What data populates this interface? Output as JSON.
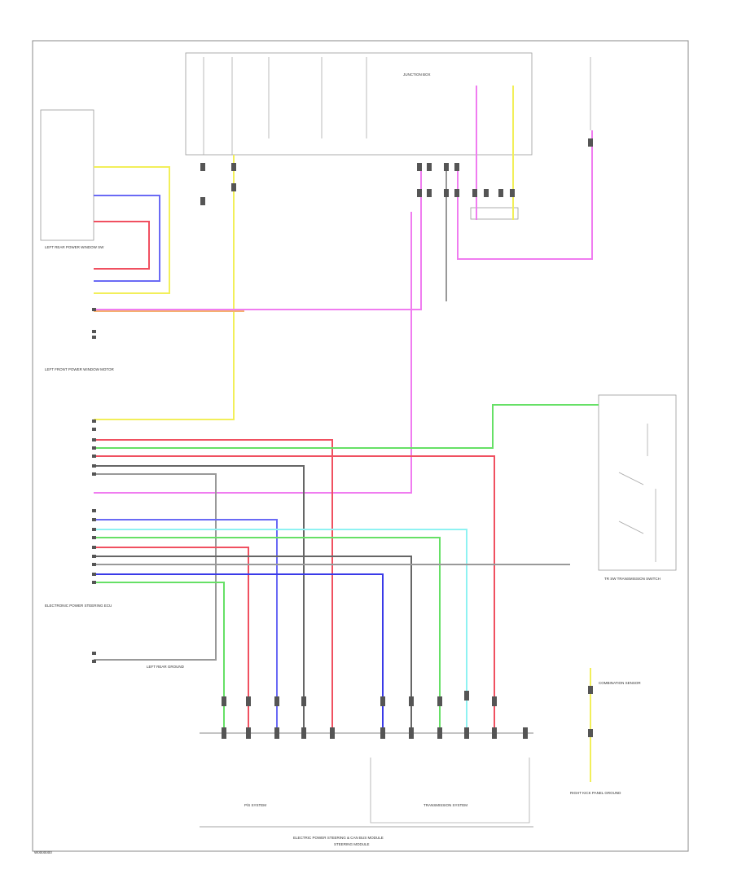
{
  "diagram": {
    "page_code": "W0000000",
    "caption_line1": "ELECTRIC POWER STEERING & CAN BUS MODULE",
    "caption_line2": "STEERING MODULE",
    "module_left_label": "P/S SYSTEM",
    "module_right_label": "TRANSMISSION SYSTEM",
    "switch_panel_label": "TR SW TRANSMISSION SWITCH",
    "left_switch_label": "LEFT REAR POWER WINDOW SW",
    "ecu_label_top": "LEFT FRONT POWER WINDOW MOTOR",
    "ecu_label_bottom": "ELECTRONIC POWER STEERING ECU",
    "ground_label_left": "LEFT REAR GROUND",
    "ground_label_right": "RIGHT KICK PANEL GROUND",
    "junction_label": "JUNCTION BOX",
    "sensor_label": "COMBINATION SENSOR",
    "wire_colors": {
      "yellow": "#f2ef5a",
      "pink": "#f07cf0",
      "red": "#f05060",
      "blue": "#6a6af5",
      "green": "#66e066",
      "cyan": "#8ef2f2",
      "dark_blue": "#3a3ae8",
      "gray": "#999999",
      "dark_gray": "#666666",
      "orange": "#f5b070",
      "black": "#444444"
    }
  }
}
